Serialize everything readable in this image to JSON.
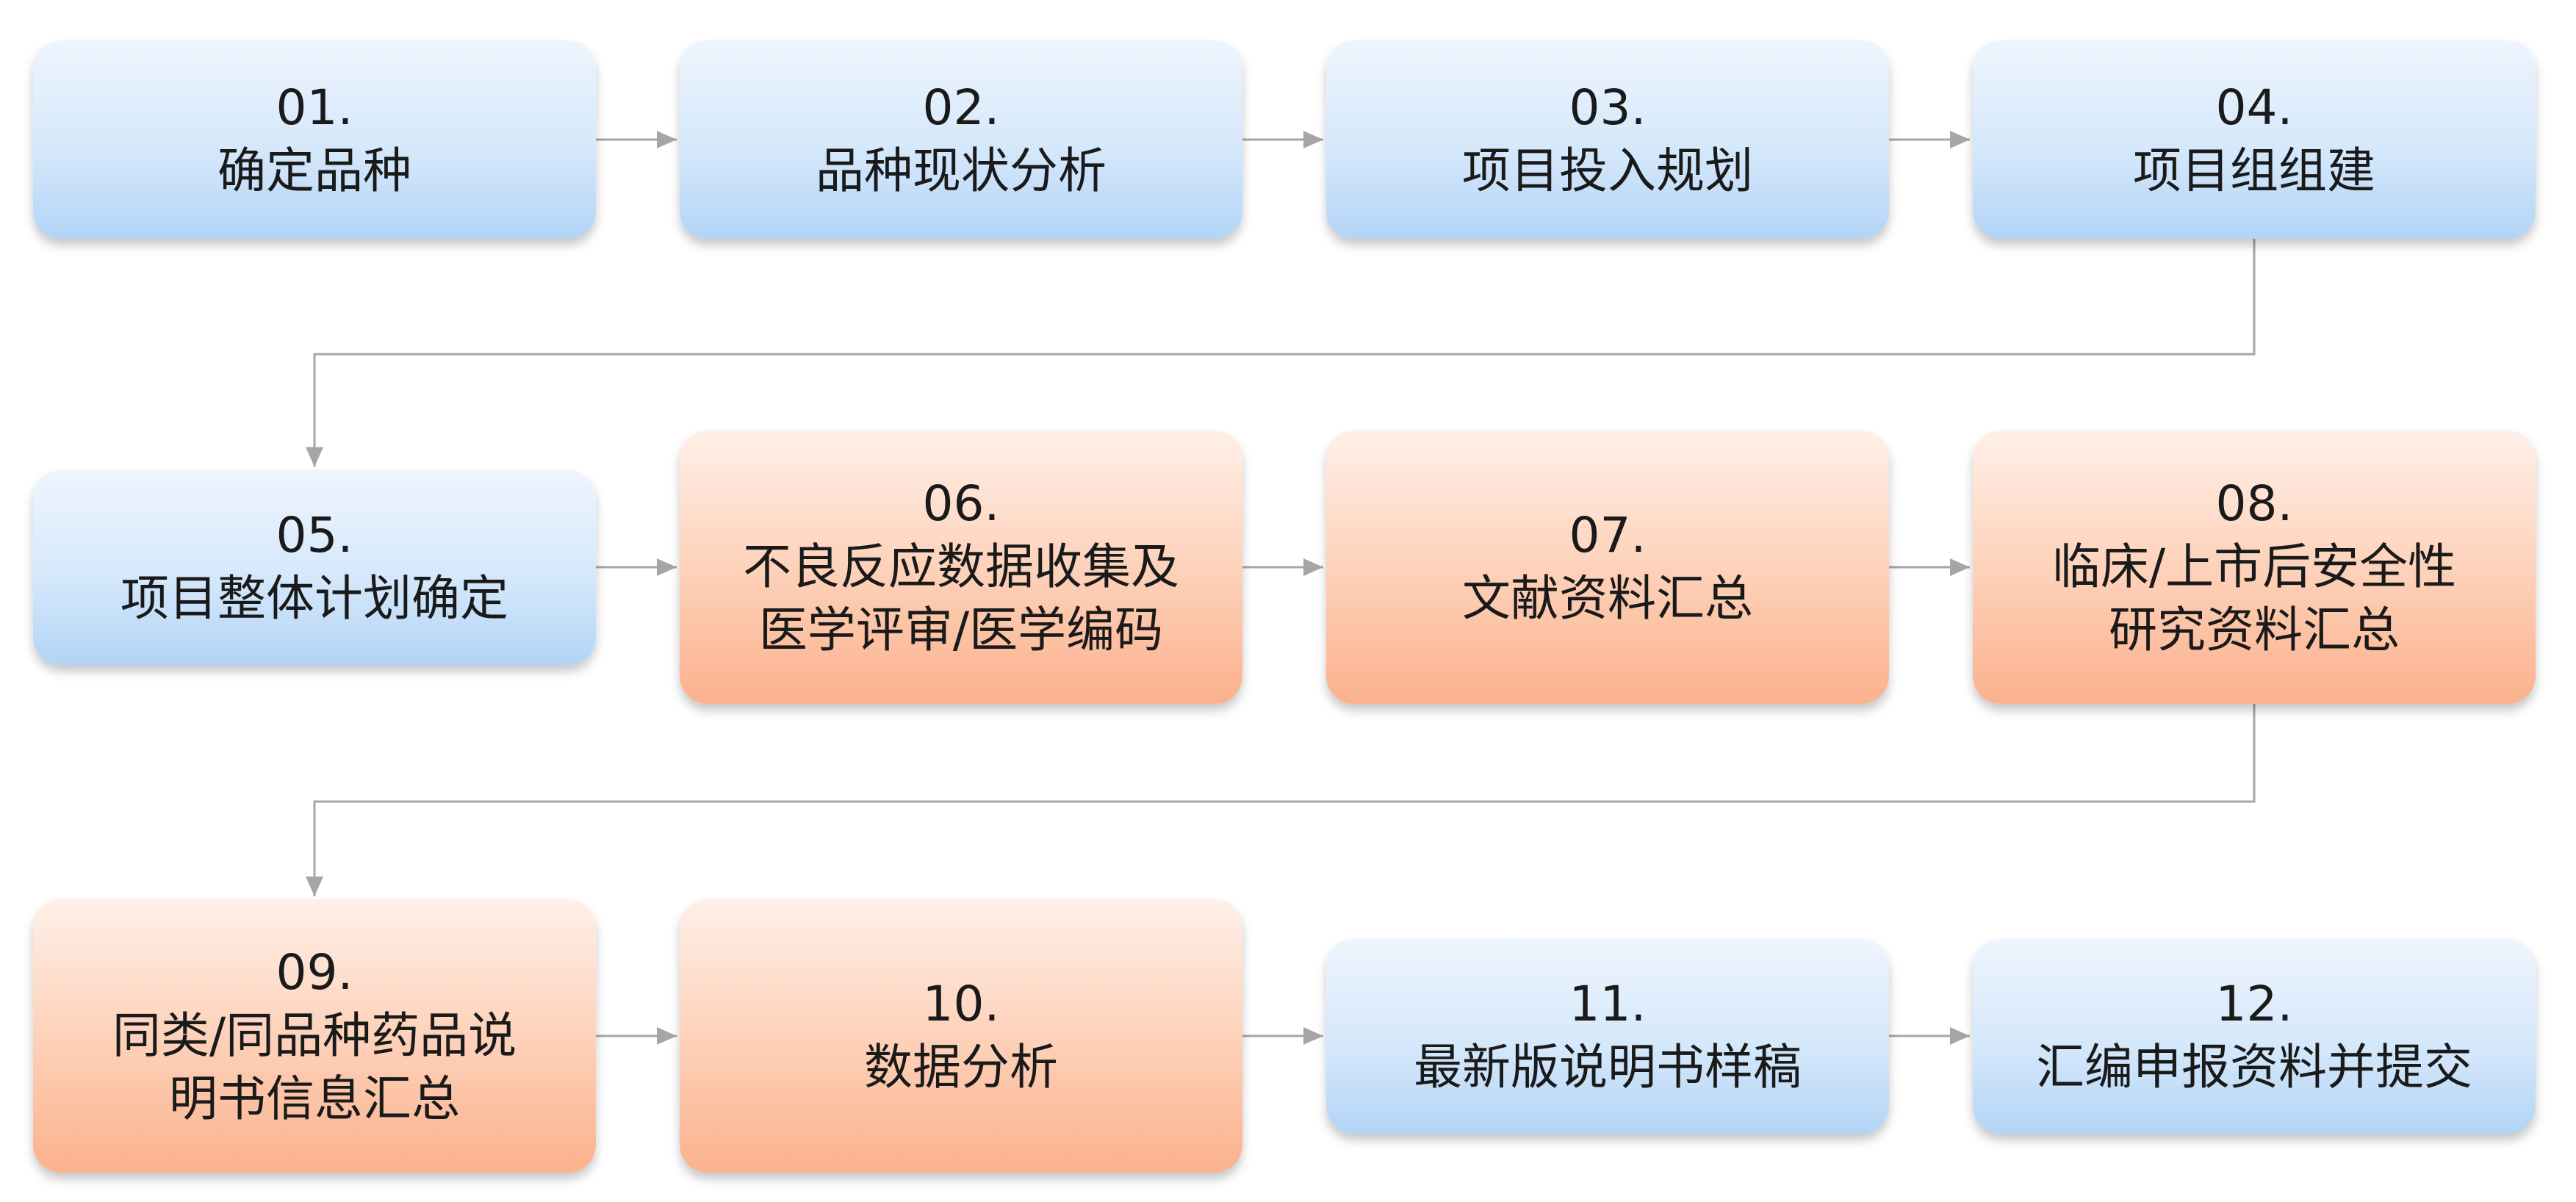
{
  "steps": [
    {
      "num": "01.",
      "lines": [
        "确定品种"
      ],
      "color": "blue"
    },
    {
      "num": "02.",
      "lines": [
        "品种现状分析"
      ],
      "color": "blue"
    },
    {
      "num": "03.",
      "lines": [
        "项目投入规划"
      ],
      "color": "blue"
    },
    {
      "num": "04.",
      "lines": [
        "项目组组建"
      ],
      "color": "blue"
    },
    {
      "num": "05.",
      "lines": [
        "项目整体计划确定"
      ],
      "color": "blue"
    },
    {
      "num": "06.",
      "lines": [
        "不良反应数据收集及",
        "医学评审/医学编码"
      ],
      "color": "orange"
    },
    {
      "num": "07.",
      "lines": [
        "文献资料汇总"
      ],
      "color": "orange"
    },
    {
      "num": "08.",
      "lines": [
        "临床/上市后安全性",
        "研究资料汇总"
      ],
      "color": "orange"
    },
    {
      "num": "09.",
      "lines": [
        "同类/同品种药品说",
        "明书信息汇总"
      ],
      "color": "orange"
    },
    {
      "num": "10.",
      "lines": [
        "数据分析"
      ],
      "color": "orange"
    },
    {
      "num": "11.",
      "lines": [
        "最新版说明书样稿"
      ],
      "color": "blue"
    },
    {
      "num": "12.",
      "lines": [
        "汇编申报资料并提交"
      ],
      "color": "blue"
    }
  ],
  "colors": {
    "connector": "#a6a6a6",
    "blue_box": "#d5e8fb",
    "orange_box": "#fdcfb6"
  }
}
